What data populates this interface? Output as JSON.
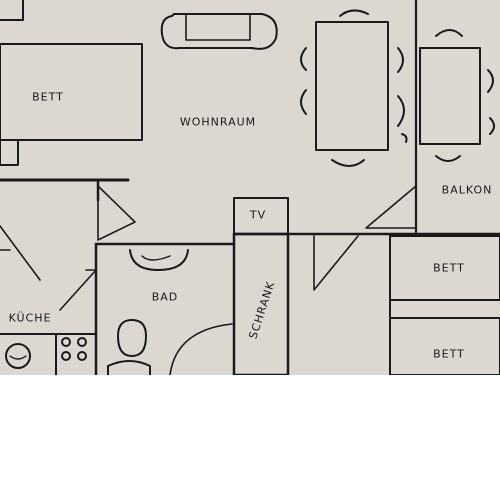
{
  "rooms": {
    "bett_top_left": "BETT",
    "wohnraum": "WOHNRAUM",
    "balkon": "BALKON",
    "tv": "TV",
    "bett_right_upper": "BETT",
    "bett_right_lower": "BETT",
    "bad": "BAD",
    "kueche": "KÜCHE",
    "schrank": "SCHRANK"
  },
  "colors": {
    "paper": "#ddd7d2",
    "ink": "#1a1a1a",
    "background": "#ffffff"
  }
}
